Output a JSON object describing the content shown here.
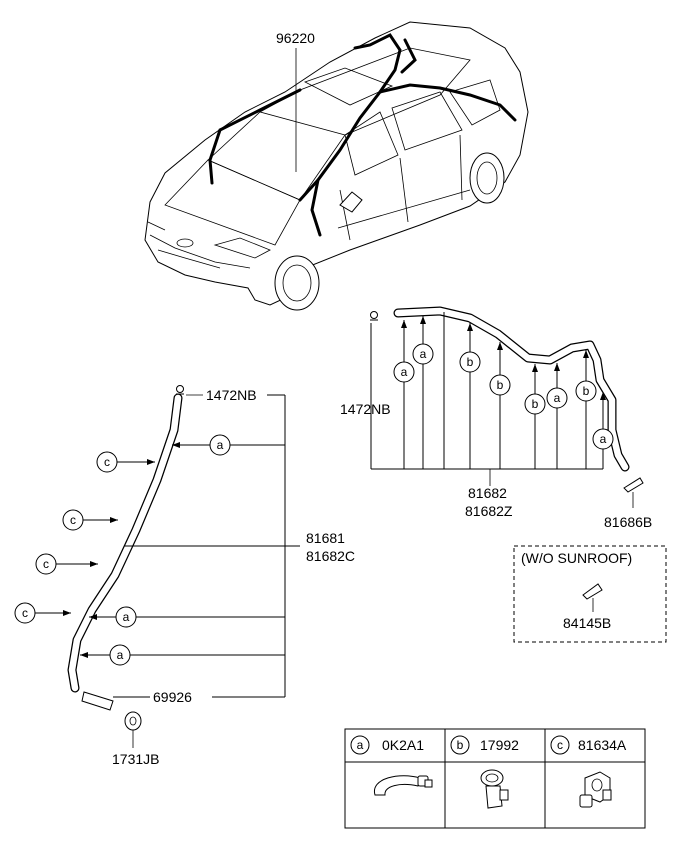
{
  "parts": {
    "p96220": "96220",
    "p1472nb_left": "1472NB",
    "p1472nb_right": "1472NB",
    "p81681": "81681",
    "p81682c": "81682C",
    "p69926": "69926",
    "p1731jb": "1731JB",
    "p81682": "81682",
    "p81682z": "81682Z",
    "p81686b": "81686B",
    "p84145b": "84145B"
  },
  "sunroof_note": "(W/O SUNROOF)",
  "callouts": {
    "a": "a",
    "b": "b",
    "c": "c"
  },
  "legend": [
    {
      "key": "a",
      "part": "0K2A1",
      "icon": "hose-clip-icon"
    },
    {
      "key": "b",
      "part": "17992",
      "icon": "band-clamp-icon"
    },
    {
      "key": "c",
      "part": "81634A",
      "icon": "retainer-clip-icon"
    }
  ]
}
